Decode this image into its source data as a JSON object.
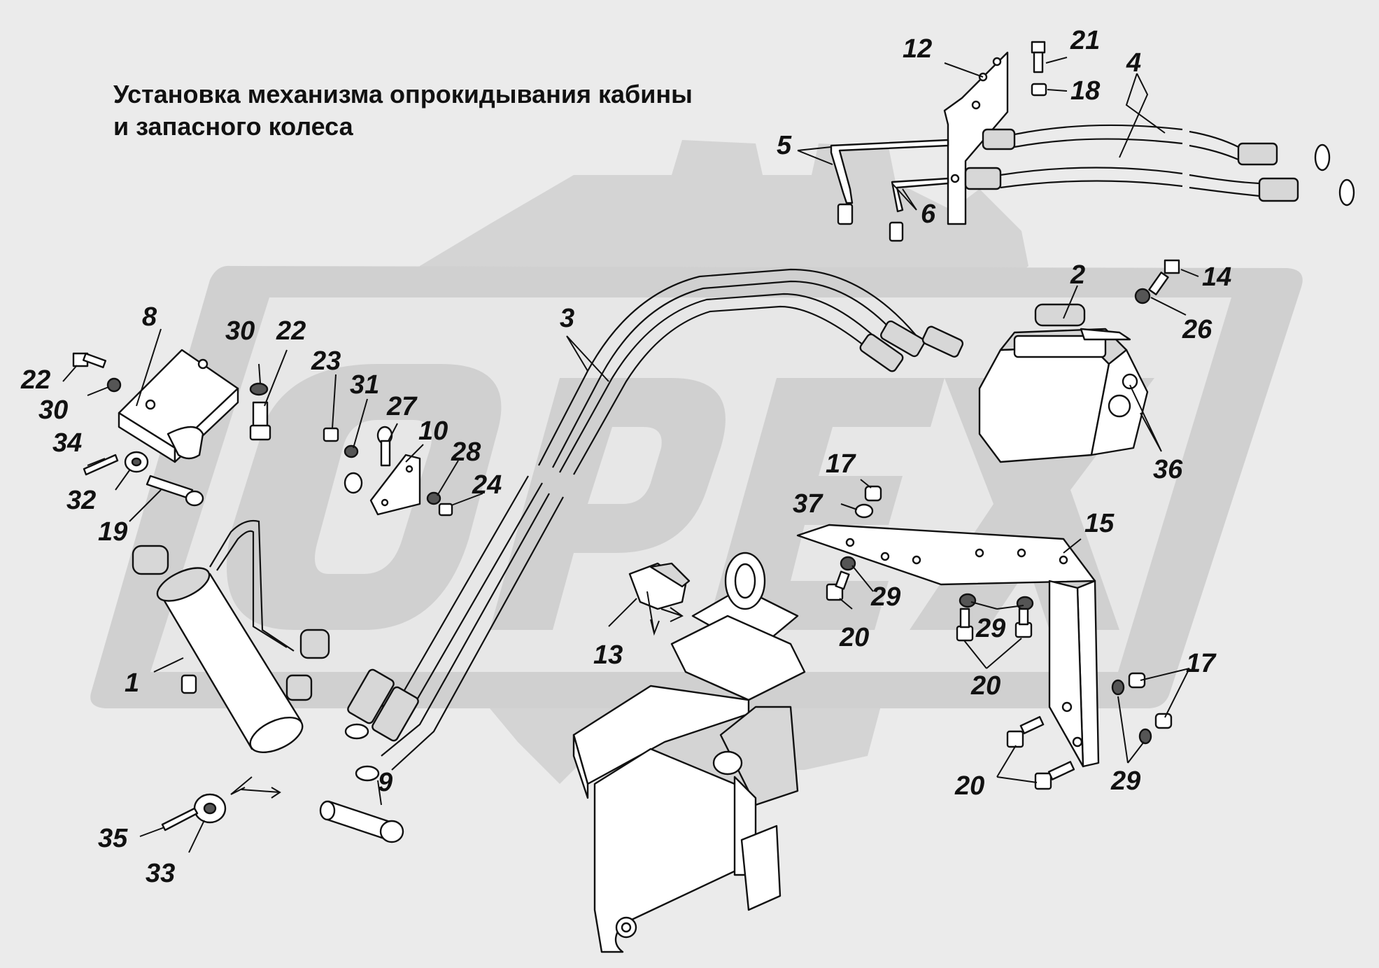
{
  "title_line1": "Установка механизма опрокидывания кабины",
  "title_line2": "и запасного колеса",
  "watermark": "OPEX",
  "labels": {
    "l1": "1",
    "l2": "2",
    "l3": "3",
    "l4": "4",
    "l5": "5",
    "l6": "6",
    "l8": "8",
    "l9": "9",
    "l10": "10",
    "l12": "12",
    "l13": "13",
    "l14": "14",
    "l15": "15",
    "l17a": "17",
    "l17b": "17",
    "l18": "18",
    "l19": "19",
    "l20a": "20",
    "l20b": "20",
    "l20c": "20",
    "l21": "21",
    "l22a": "22",
    "l22b": "22",
    "l23": "23",
    "l24": "24",
    "l26": "26",
    "l27": "27",
    "l28": "28",
    "l29a": "29",
    "l29b": "29",
    "l29c": "29",
    "l30a": "30",
    "l30b": "30",
    "l31": "31",
    "l32": "32",
    "l33": "33",
    "l34": "34",
    "l35": "35",
    "l36": "36",
    "l37": "37"
  },
  "colors": {
    "background": "#ebebeb",
    "watermark": "#d2d2d2",
    "ink": "#111111"
  }
}
